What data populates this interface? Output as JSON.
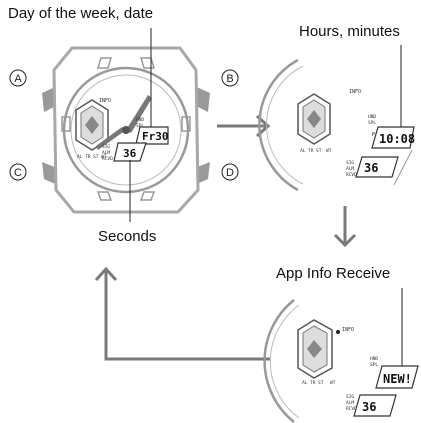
{
  "captions": {
    "top_left": "Day of the week, date",
    "top_right": "Hours, minutes",
    "bottom_left": "Seconds",
    "bottom_right": "App Info Receive"
  },
  "buttons": {
    "a": "A",
    "b": "B",
    "c": "C",
    "d": "D"
  },
  "watch1": {
    "date_display": "Fr30",
    "seconds_display": "36",
    "info_label": "INFO",
    "mode_labels": [
      "HND",
      "SPL"
    ],
    "alarm_labels": [
      "SIG",
      "ALM",
      "RCVD"
    ],
    "bottom_labels": [
      "AL",
      "TR",
      "ST",
      "WT"
    ]
  },
  "watch2": {
    "time_display": "10:08",
    "pm_label": "P",
    "seconds_display": "36",
    "info_label": "INFO",
    "mode_labels": [
      "HND",
      "SPL"
    ],
    "alarm_labels": [
      "SIG",
      "ALM",
      "RCVD"
    ],
    "bottom_labels": [
      "AL",
      "TR",
      "ST",
      "WT"
    ]
  },
  "watch3": {
    "status_display": "NEW!",
    "seconds_display": "36",
    "info_label": "INFO",
    "mode_labels": [
      "HND",
      "SPL"
    ],
    "alarm_labels": [
      "SIG",
      "ALM",
      "RCVD"
    ],
    "bottom_labels": [
      "AL",
      "TR",
      "ST",
      "WT"
    ]
  },
  "colors": {
    "arrow": "#7a7a7a",
    "bezel": "#a8a8a8",
    "button": "#9a9a9a",
    "line": "#222222"
  }
}
